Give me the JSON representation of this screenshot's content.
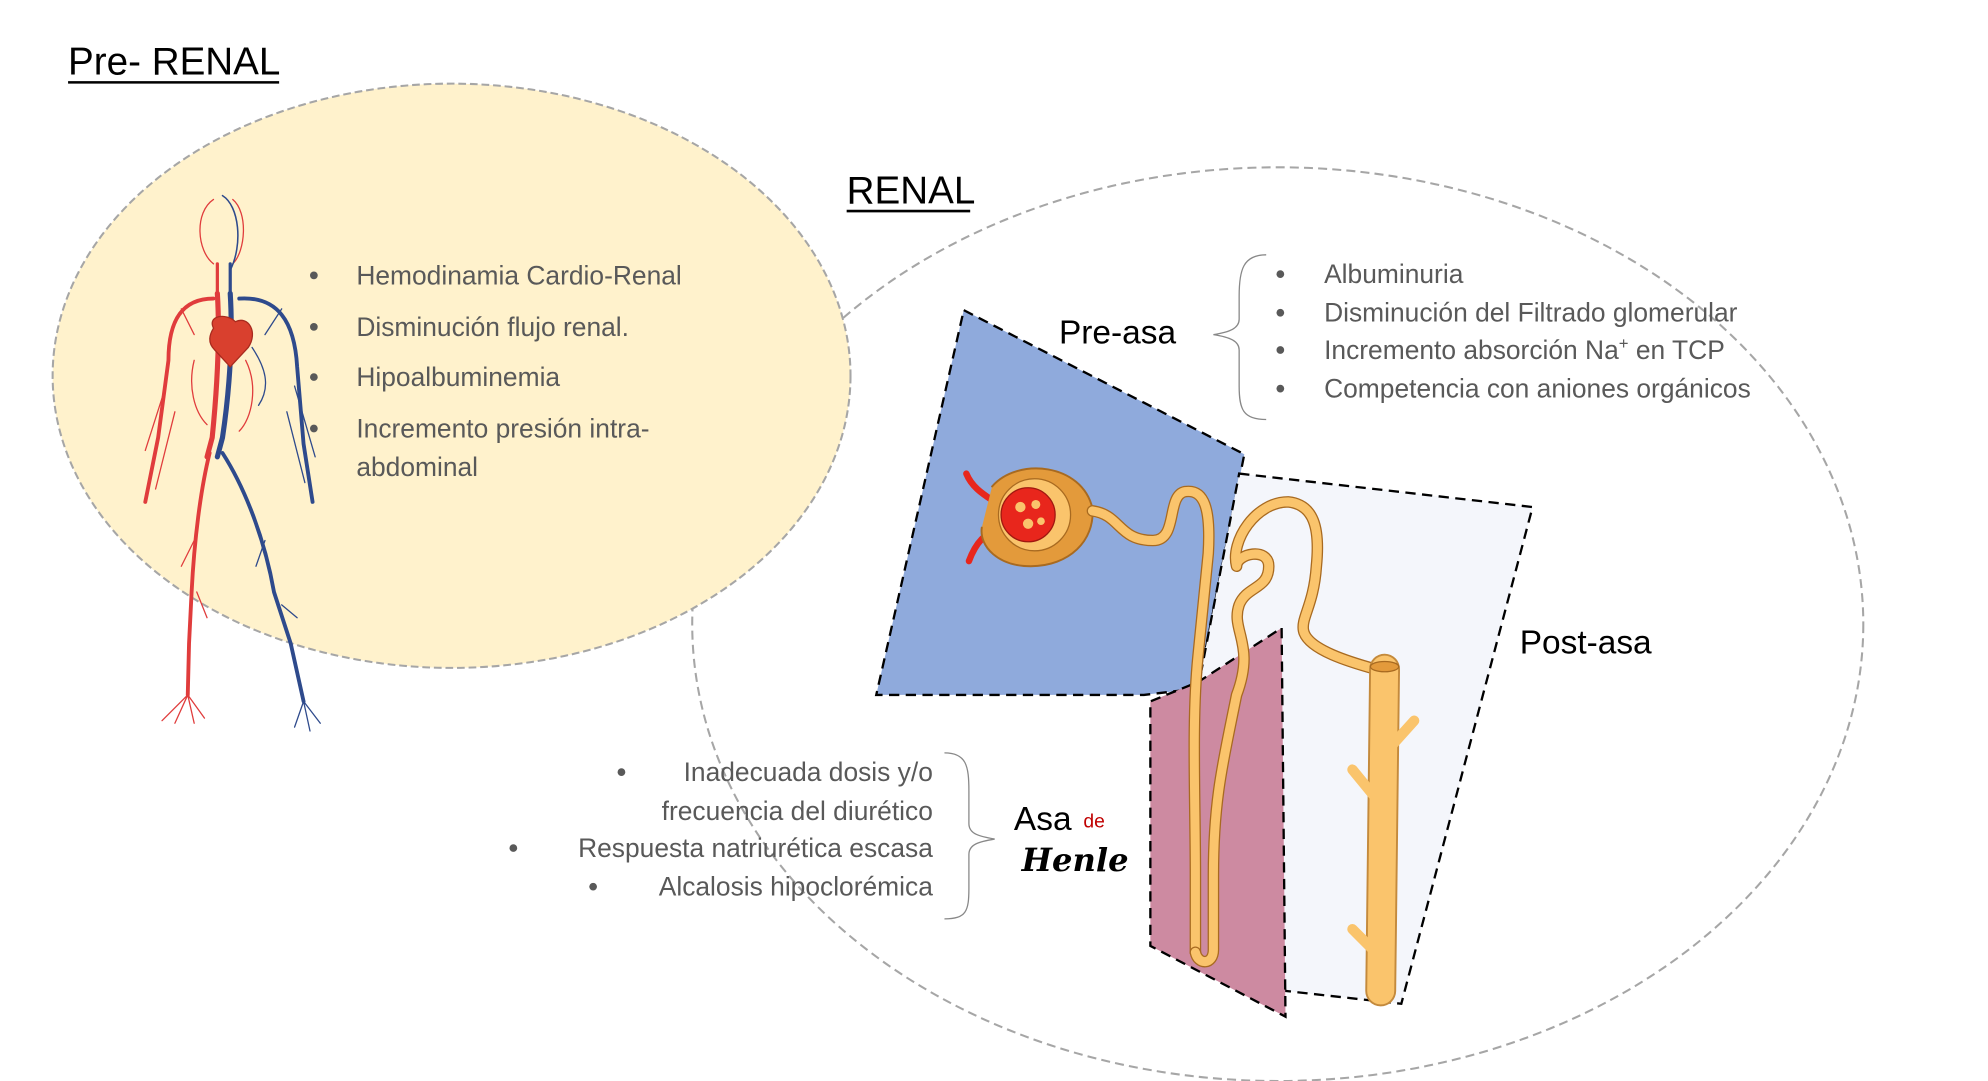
{
  "prerenal": {
    "title": "Pre- RENAL",
    "bullets": [
      "Hemodinamia Cardio-Renal",
      "Disminución flujo renal.",
      "Hipoalbuminemia",
      "Incremento presión intra-",
      "abdominal"
    ],
    "illustration": "circulatory-system-figure"
  },
  "renal": {
    "title": "RENAL",
    "pre_asa": {
      "label": "Pre-asa",
      "bullets": [
        "Albuminuria",
        "Disminución del Filtrado glomerular",
        "Incremento absorción Na",
        "Competencia con aniones orgánicos"
      ],
      "na_superscript": "+",
      "na_suffix": " en TCP",
      "color": "#8faadc"
    },
    "asa_henle": {
      "label_asa": "Asa",
      "label_de": "de",
      "label_henle": "Henle",
      "de_color": "#c00000",
      "bullets": [
        "Inadecuada dosis y/o",
        "frecuencia del diurético",
        "Respuesta natriurética escasa",
        "Alcalosis hipoclorémica"
      ],
      "color": "#cd8aa1"
    },
    "post_asa": {
      "label": "Post-asa",
      "color": "#f4f6fb"
    }
  },
  "colors": {
    "prerenal_fill": "#fff2cc",
    "ellipse_stroke": "#a6a6a6",
    "tubule": "#fac46c",
    "tubule_dark": "#e39a3b",
    "artery": "#e03c3c",
    "vein": "#2e4a8c"
  }
}
